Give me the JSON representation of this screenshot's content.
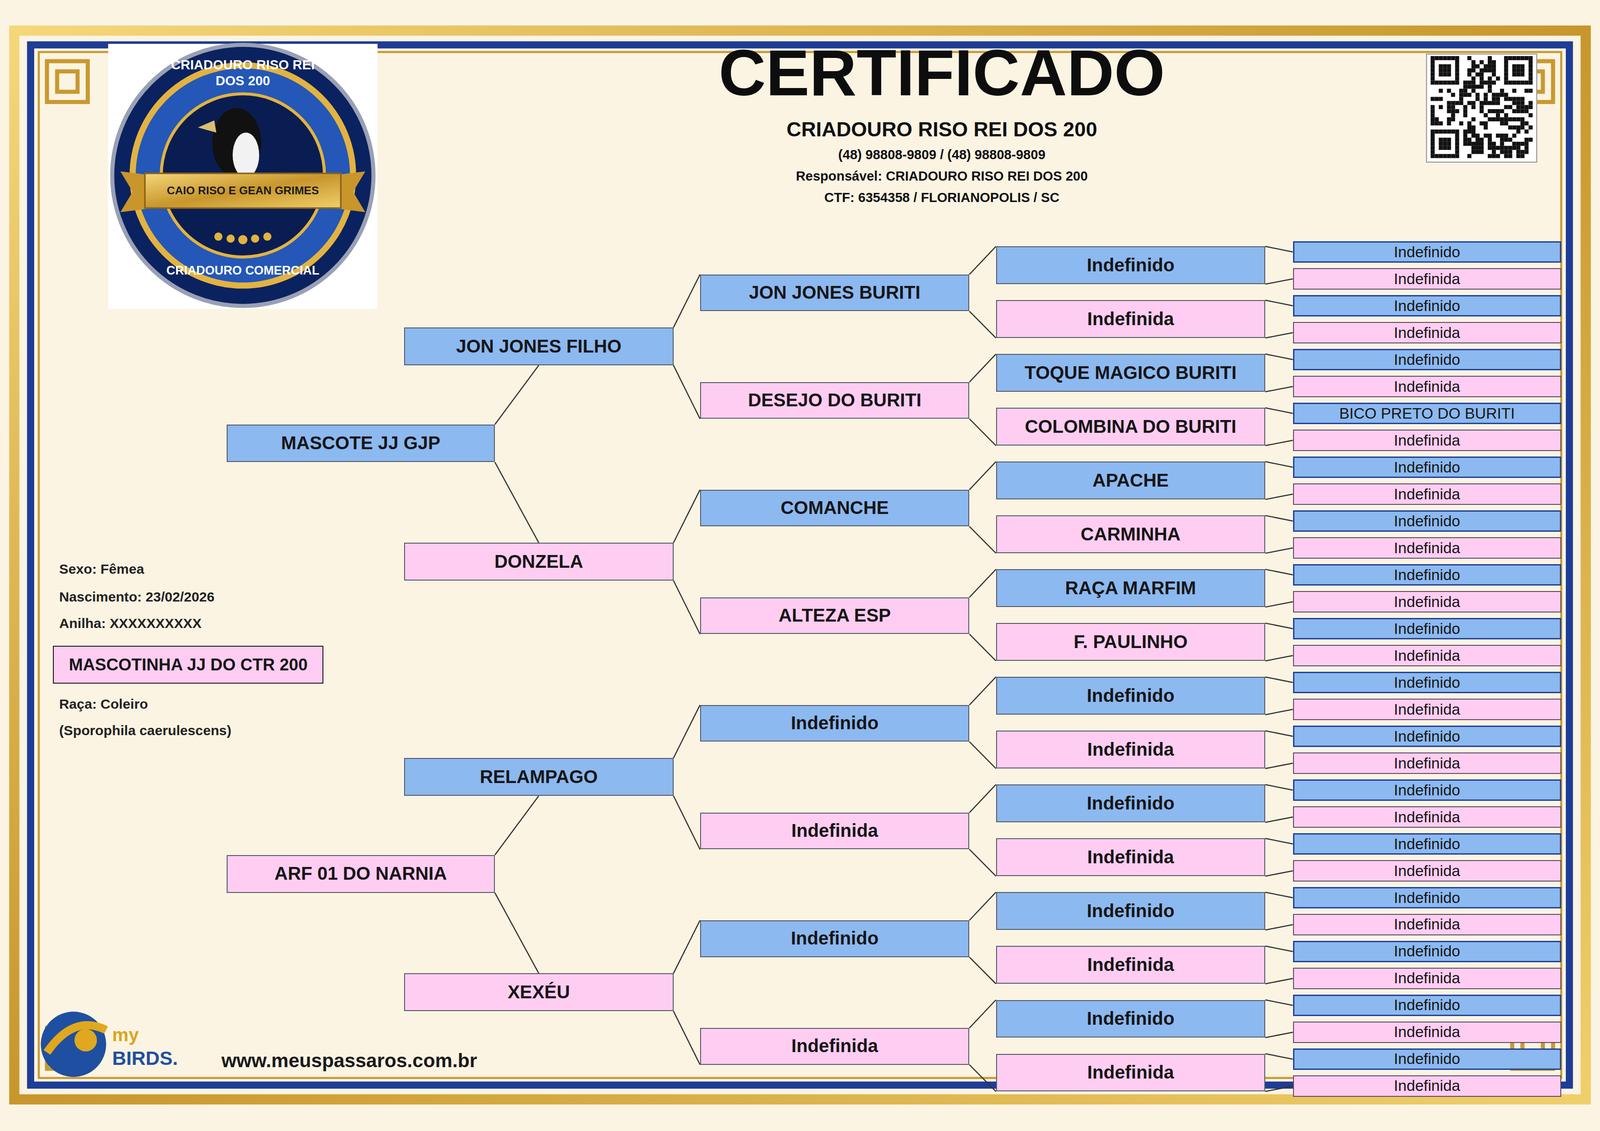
{
  "diagram": {
    "title": "CERTIFICADO",
    "nodes": [
      {
        "text": [
          "MASCOTINHA JJ DO CTR 200"
        ]
      },
      {
        "text": [
          "MASCOTE JJ GJP"
        ]
      },
      {
        "text": [
          "ARF 01 DO NARNIA"
        ]
      },
      {
        "text": [
          "JON JONES FILHO"
        ]
      },
      {
        "text": [
          "DONZELA"
        ]
      },
      {
        "text": [
          "RELAMPAGO"
        ]
      },
      {
        "text": [
          "XEXÉU"
        ]
      },
      {
        "text": [
          "JON JONES BURITI"
        ]
      },
      {
        "text": [
          "DESEJO DO BURITI"
        ]
      },
      {
        "text": [
          "COMANCHE"
        ]
      },
      {
        "text": [
          "ALTEZA ESP"
        ]
      },
      {
        "text": [
          "Indefinido"
        ]
      },
      {
        "text": [
          "Indefinida"
        ]
      },
      {
        "text": [
          "Indefinido"
        ]
      },
      {
        "text": [
          "Indefinida"
        ]
      },
      {
        "text": [
          "Indefinido"
        ]
      },
      {
        "text": [
          "Indefinida"
        ]
      },
      {
        "text": [
          "TOQUE MAGICO BURITI"
        ]
      },
      {
        "text": [
          "COLOMBINA DO BURITI"
        ]
      },
      {
        "text": [
          "APACHE"
        ]
      },
      {
        "text": [
          "CARMINHA"
        ]
      },
      {
        "text": [
          "RAÇA MARFIM"
        ]
      },
      {
        "text": [
          "F. PAULINHO"
        ]
      },
      {
        "text": [
          "Indefinido"
        ]
      },
      {
        "text": [
          "Indefinida"
        ]
      },
      {
        "text": [
          "Indefinido"
        ]
      },
      {
        "text": [
          "Indefinida"
        ]
      },
      {
        "text": [
          "Indefinido"
        ]
      },
      {
        "text": [
          "Indefinida"
        ]
      },
      {
        "text": [
          "Indefinido"
        ]
      },
      {
        "text": [
          "Indefinida"
        ]
      },
      {
        "text": [
          "Indefinido"
        ]
      },
      {
        "text": [
          "Indefinida"
        ]
      },
      {
        "text": [
          "Indefinido"
        ]
      },
      {
        "text": [
          "Indefinida"
        ]
      },
      {
        "text": [
          "Indefinido"
        ]
      },
      {
        "text": [
          "Indefinida"
        ]
      },
      {
        "text": [
          "BICO PRETO DO BURITI"
        ]
      },
      {
        "text": [
          "Indefinida"
        ]
      },
      {
        "text": [
          "Indefinido"
        ]
      },
      {
        "text": [
          "Indefinida"
        ]
      },
      {
        "text": [
          "Indefinido"
        ]
      },
      {
        "text": [
          "Indefinida"
        ]
      },
      {
        "text": [
          "Indefinido"
        ]
      },
      {
        "text": [
          "Indefinida"
        ]
      },
      {
        "text": [
          "Indefinido"
        ]
      },
      {
        "text": [
          "Indefinida"
        ]
      },
      {
        "text": [
          "Indefinido"
        ]
      },
      {
        "text": [
          "Indefinida"
        ]
      },
      {
        "text": [
          "Indefinido"
        ]
      },
      {
        "text": [
          "Indefinida"
        ]
      },
      {
        "text": [
          "Indefinido"
        ]
      },
      {
        "text": [
          "Indefinida"
        ]
      },
      {
        "text": [
          "Indefinido"
        ]
      },
      {
        "text": [
          "Indefinida"
        ]
      },
      {
        "text": [
          "Indefinido"
        ]
      },
      {
        "text": [
          "Indefinida"
        ]
      },
      {
        "text": [
          "Indefinido"
        ]
      },
      {
        "text": [
          "Indefinida"
        ]
      },
      {
        "text": [
          "Indefinido"
        ]
      },
      {
        "text": [
          "Indefinida"
        ]
      },
      {
        "text": [
          "Indefinido"
        ]
      },
      {
        "text": [
          "Indefinida"
        ]
      }
    ],
    "edges": [
      {
        "from": 1,
        "to": 3,
        "arrow": "none"
      },
      {
        "from": 1,
        "to": 4,
        "arrow": "none"
      },
      {
        "from": 2,
        "to": 5,
        "arrow": "none"
      },
      {
        "from": 2,
        "to": 6,
        "arrow": "none"
      },
      {
        "from": 3,
        "to": 7,
        "arrow": "none"
      },
      {
        "from": 3,
        "to": 8,
        "arrow": "none"
      },
      {
        "from": 4,
        "to": 9,
        "arrow": "none"
      },
      {
        "from": 4,
        "to": 10,
        "arrow": "none"
      },
      {
        "from": 5,
        "to": 11,
        "arrow": "none"
      },
      {
        "from": 5,
        "to": 12,
        "arrow": "none"
      },
      {
        "from": 6,
        "to": 13,
        "arrow": "none"
      },
      {
        "from": 6,
        "to": 14,
        "arrow": "none"
      },
      {
        "from": 7,
        "to": 15,
        "arrow": "none"
      },
      {
        "from": 7,
        "to": 16,
        "arrow": "none"
      },
      {
        "from": 8,
        "to": 17,
        "arrow": "none"
      },
      {
        "from": 8,
        "to": 18,
        "arrow": "none"
      },
      {
        "from": 9,
        "to": 19,
        "arrow": "none"
      },
      {
        "from": 9,
        "to": 20,
        "arrow": "none"
      },
      {
        "from": 10,
        "to": 21,
        "arrow": "none"
      },
      {
        "from": 10,
        "to": 22,
        "arrow": "none"
      },
      {
        "from": 11,
        "to": 23,
        "arrow": "none"
      },
      {
        "from": 11,
        "to": 24,
        "arrow": "none"
      },
      {
        "from": 12,
        "to": 25,
        "arrow": "none"
      },
      {
        "from": 12,
        "to": 26,
        "arrow": "none"
      },
      {
        "from": 13,
        "to": 27,
        "arrow": "none"
      },
      {
        "from": 13,
        "to": 28,
        "arrow": "none"
      },
      {
        "from": 14,
        "to": 29,
        "arrow": "none"
      },
      {
        "from": 14,
        "to": 30,
        "arrow": "none"
      },
      {
        "from": 15,
        "to": 31,
        "arrow": "none"
      },
      {
        "from": 15,
        "to": 32,
        "arrow": "none"
      },
      {
        "from": 16,
        "to": 33,
        "arrow": "none"
      },
      {
        "from": 16,
        "to": 34,
        "arrow": "none"
      },
      {
        "from": 17,
        "to": 35,
        "arrow": "none"
      },
      {
        "from": 17,
        "to": 36,
        "arrow": "none"
      },
      {
        "from": 18,
        "to": 37,
        "arrow": "none"
      },
      {
        "from": 18,
        "to": 38,
        "arrow": "none"
      },
      {
        "from": 19,
        "to": 39,
        "arrow": "none"
      },
      {
        "from": 19,
        "to": 40,
        "arrow": "none"
      },
      {
        "from": 20,
        "to": 41,
        "arrow": "none"
      },
      {
        "from": 20,
        "to": 42,
        "arrow": "none"
      },
      {
        "from": 21,
        "to": 43,
        "arrow": "none"
      },
      {
        "from": 21,
        "to": 44,
        "arrow": "none"
      },
      {
        "from": 22,
        "to": 45,
        "arrow": "none"
      },
      {
        "from": 22,
        "to": 46,
        "arrow": "none"
      },
      {
        "from": 23,
        "to": 47,
        "arrow": "none"
      },
      {
        "from": 23,
        "to": 48,
        "arrow": "none"
      },
      {
        "from": 24,
        "to": 49,
        "arrow": "none"
      },
      {
        "from": 24,
        "to": 50,
        "arrow": "none"
      },
      {
        "from": 25,
        "to": 51,
        "arrow": "none"
      },
      {
        "from": 25,
        "to": 52,
        "arrow": "none"
      },
      {
        "from": 26,
        "to": 53,
        "arrow": "none"
      },
      {
        "from": 26,
        "to": 54,
        "arrow": "none"
      },
      {
        "from": 27,
        "to": 55,
        "arrow": "none"
      },
      {
        "from": 27,
        "to": 56,
        "arrow": "none"
      },
      {
        "from": 28,
        "to": 57,
        "arrow": "none"
      },
      {
        "from": 28,
        "to": 58,
        "arrow": "none"
      },
      {
        "from": 29,
        "to": 59,
        "arrow": "none"
      },
      {
        "from": 29,
        "to": 60,
        "arrow": "none"
      },
      {
        "from": 30,
        "to": 61,
        "arrow": "none"
      },
      {
        "from": 30,
        "to": 62,
        "arrow": "none"
      }
    ],
    "labels": [
      "CRIADOURO RISO REI DOS 200",
      "CAIO RISO E GEAN GRIMES",
      "CRIADOURO COMERCIAL",
      "CRIADOURO RISO REI DOS 200",
      "(48) 98808-9809 / (48) 98808-9809",
      "Responsável: CRIADOURO RISO REI DOS 200",
      "CTF: 6354358 / FLORIANOPOLIS / SC",
      "Sexo: Fêmea",
      "Nascimento: 23/02/2026",
      "Anilha: XXXXXXXXXX",
      "Raça: Coleiro",
      "(Sporophila caerulescens)",
      "my",
      "BIRDS.",
      "www.meuspassaros.com.br"
    ]
  }
}
